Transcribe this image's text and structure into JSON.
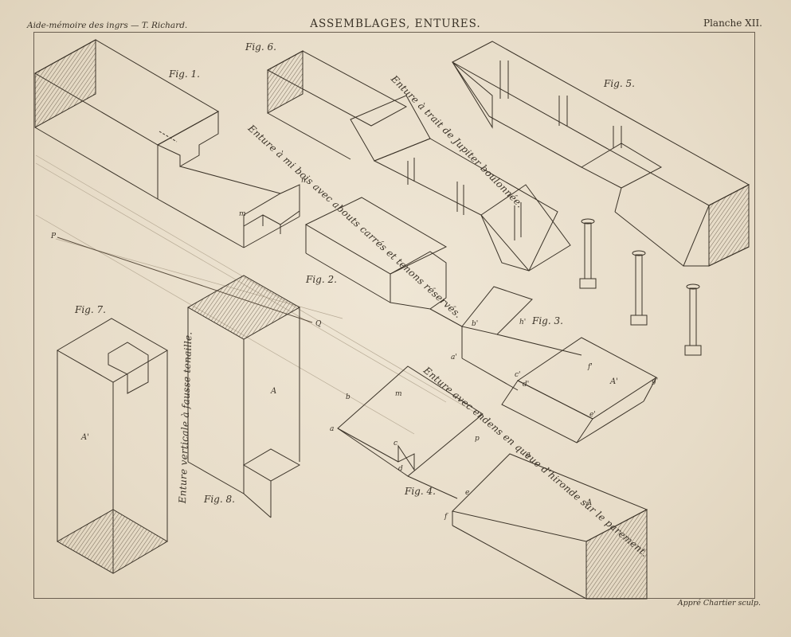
{
  "header": {
    "left": "Aide-mémoire des ingrs — T. Richard.",
    "center": "ASSEMBLAGES, ENTURES.",
    "right": "Planche XII."
  },
  "footer": {
    "engraver": "Appré Chartier sculp."
  },
  "figures": {
    "fig1": "Fig. 1.",
    "fig2": "Fig. 2.",
    "fig3": "Fig. 3.",
    "fig4": "Fig. 4.",
    "fig5": "Fig. 5.",
    "fig6": "Fig. 6.",
    "fig7": "Fig. 7.",
    "fig8": "Fig. 8."
  },
  "captions": {
    "jupiter": "Enture à trait de Jupiter boulonnée.",
    "mi_bois": "Enture à mi bois avec abouts carrés et tenons réservés.",
    "hironde": "Enture avec endens en queue d'hironde sur le parement.",
    "tenaille": "Enture verticale à fausse tenaille."
  },
  "letters": {
    "n": "n",
    "m": "m",
    "P": "P",
    "Q": "Q",
    "A_fig8": "A",
    "A_fig7": "A'",
    "A_fig3": "A'",
    "A_fig4": "A",
    "b2": "b'",
    "a2": "a'",
    "c2": "c'",
    "d2": "d'",
    "e2": "e'",
    "f2": "f'",
    "g2": "g'",
    "h2": "h'",
    "b": "b",
    "m4": "m",
    "a4": "a",
    "c": "c",
    "d": "d",
    "p": "p",
    "g": "g",
    "e": "e",
    "f": "f"
  }
}
